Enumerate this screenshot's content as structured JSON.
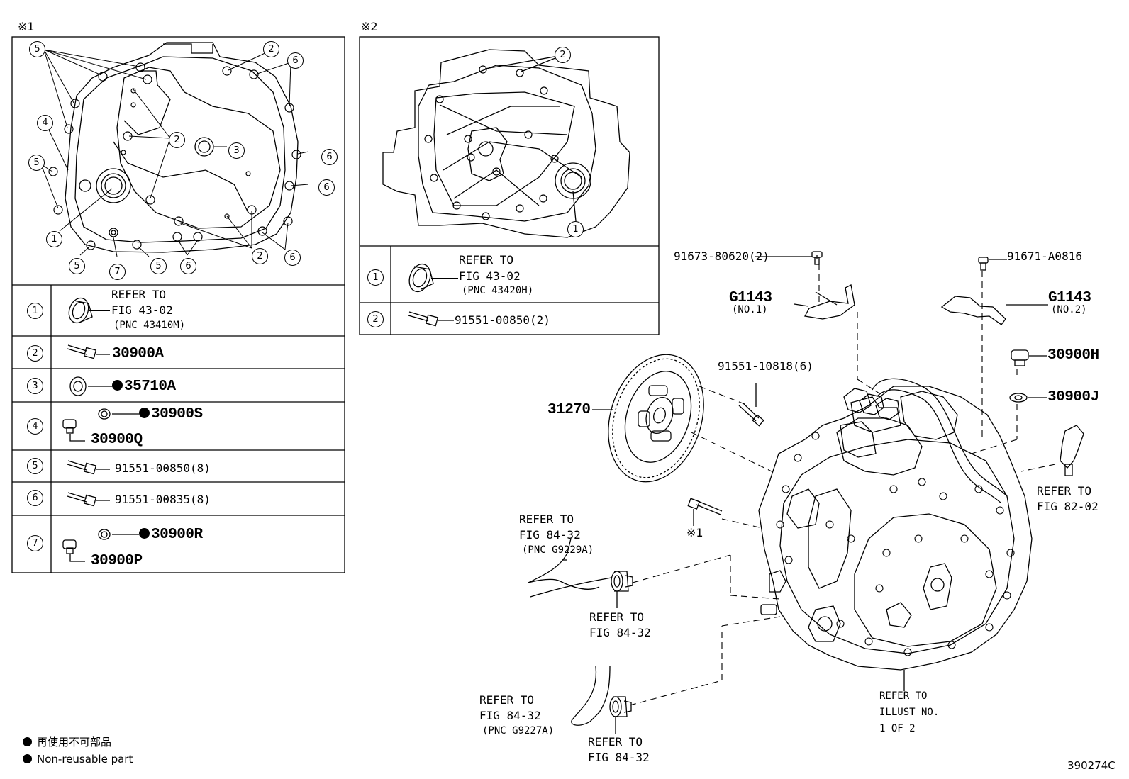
{
  "figure_code": "390274C",
  "inset1": {
    "mark": "※1",
    "drawing_callouts": [
      "5",
      "2",
      "6",
      "4",
      "2",
      "3",
      "6",
      "5",
      "6",
      "1",
      "2",
      "6",
      "5",
      "7",
      "5",
      "6"
    ],
    "rows": [
      {
        "num": "1",
        "line1": "REFER TO",
        "line2": "FIG 43-02",
        "line3": "(PNC 43410M)"
      },
      {
        "num": "2",
        "part": "30900A"
      },
      {
        "num": "3",
        "part": "35710A"
      },
      {
        "num": "4",
        "part_a": "30900S",
        "part_b": "30900Q"
      },
      {
        "num": "5",
        "part": "91551-00850(8)"
      },
      {
        "num": "6",
        "part": "91551-00835(8)"
      },
      {
        "num": "7",
        "part_a": "30900R",
        "part_b": "30900P"
      }
    ]
  },
  "inset2": {
    "mark": "※2",
    "drawing_callouts": [
      "2",
      "1"
    ],
    "rows": [
      {
        "num": "1",
        "line1": "REFER TO",
        "line2": "FIG 43-02",
        "line3": "(PNC 43420H)"
      },
      {
        "num": "2",
        "part": "91551-00850(2)"
      }
    ]
  },
  "main": {
    "bolt_left": "91673-80620(2)",
    "bolt_right": "91671-A0816",
    "bracket_left": {
      "code": "G1143",
      "sub": "(NO.1)"
    },
    "bracket_right": {
      "code": "G1143",
      "sub": "(NO.2)"
    },
    "plug": "30900H",
    "gasket": "30900J",
    "disc_bolt": "91551-10818(6)",
    "disc": "31270",
    "ref_82": {
      "line1": "REFER TO",
      "line2": "FIG 82-02"
    },
    "mark_ref": "※1",
    "hose_upper": {
      "line1": "REFER TO",
      "line2": "FIG 84-32",
      "line3": "(PNC G9229A)"
    },
    "clamp_upper": {
      "line1": "REFER TO",
      "line2": "FIG 84-32"
    },
    "hose_lower": {
      "line1": "REFER TO",
      "line2": "FIG 84-32",
      "line3": "(PNC G9227A)"
    },
    "clamp_lower": {
      "line1": "REFER TO",
      "line2": "FIG 84-32"
    },
    "illust": {
      "line1": "REFER TO",
      "line2": "ILLUST NO.",
      "line3": "1 OF 2"
    }
  },
  "legend": {
    "line_jp": "再使用不可部品",
    "line_en": "Non-reusable part"
  }
}
